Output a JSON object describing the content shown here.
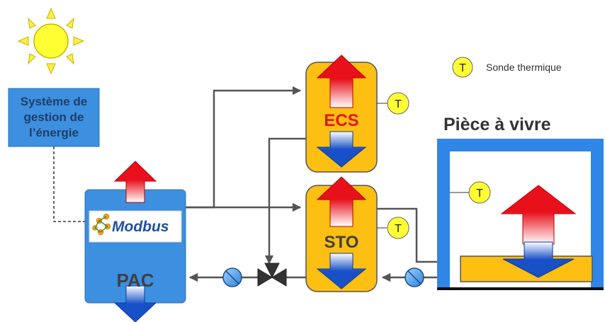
{
  "energy_system": {
    "line1": "Système de",
    "line2": "gestion de",
    "line3": "l’énergie"
  },
  "heat_pump": {
    "label": "PAC",
    "modbus_logo": "Modbus"
  },
  "tanks": {
    "ecs_label": "ECS",
    "sto_label": "STO"
  },
  "room": {
    "title": "Pièce à vivre"
  },
  "legend": {
    "symbol": "T",
    "text": "Sonde thermique"
  },
  "probes": {
    "symbol": "T"
  },
  "colors": {
    "tank_fill": "#fdbf12",
    "box_blue": "#3d8fe0",
    "room_blue": "#2f86e6",
    "hot_red": "#e8101a",
    "cold_blue": "#1850c8",
    "probe_yellow": "#ffff33",
    "pipe_grey": "#555555"
  }
}
